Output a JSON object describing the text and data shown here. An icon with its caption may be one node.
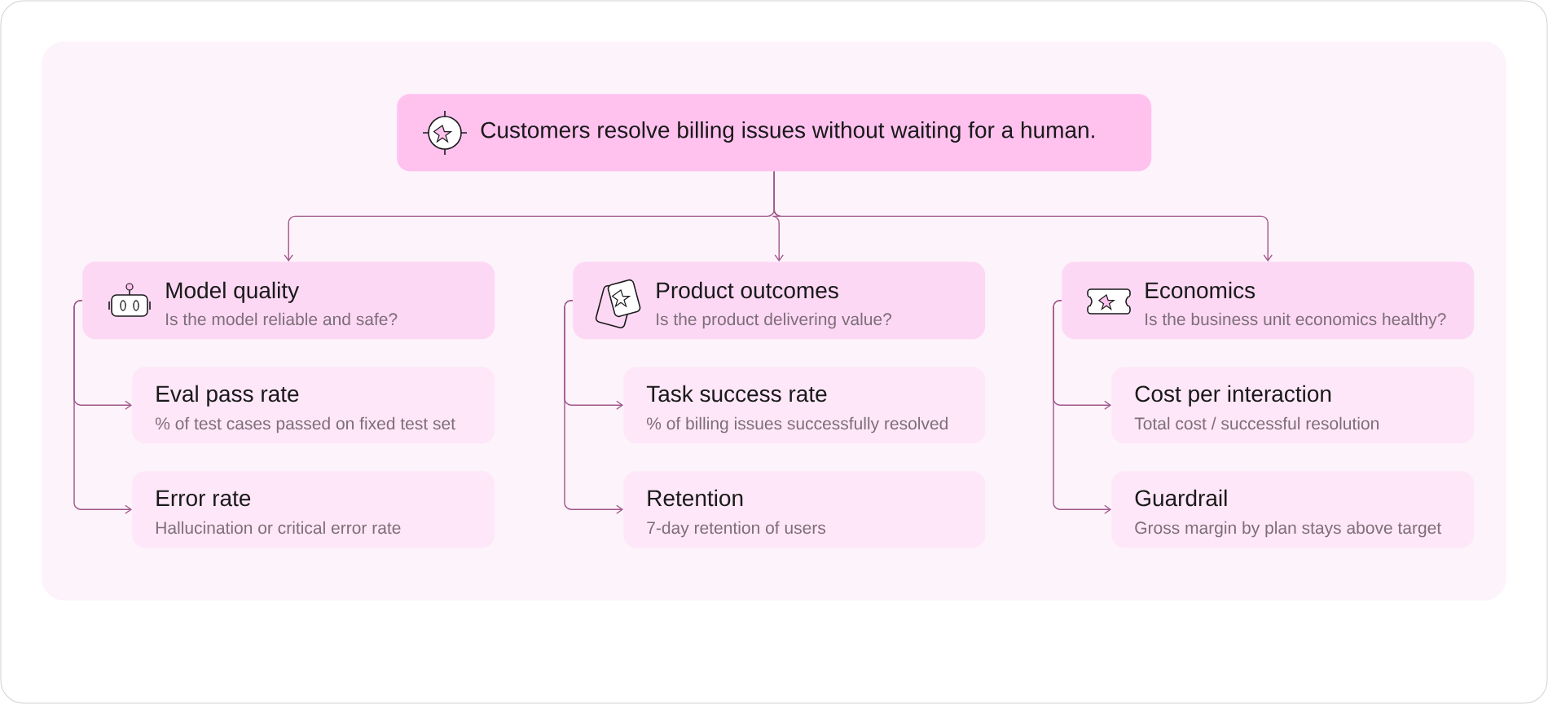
{
  "diagram": {
    "nodes": [
      {
        "text": [
          "Customers resolve billing issues without waiting for a human."
        ]
      },
      {
        "text": [
          "Model quality",
          "Is the model reliable and safe?"
        ]
      },
      {
        "text": [
          "Eval pass rate",
          "% of test cases passed on fixed test set"
        ]
      },
      {
        "text": [
          "Error rate",
          "Hallucination or critical error rate"
        ]
      },
      {
        "text": [
          "Product outcomes",
          "Is the product delivering value?"
        ]
      },
      {
        "text": [
          "Task success rate",
          "% of billing issues successfully resolved"
        ]
      },
      {
        "text": [
          "Retention",
          "7-day retention of users"
        ]
      },
      {
        "text": [
          "Economics",
          "Is the business unit economics healthy?"
        ]
      },
      {
        "text": [
          "Cost per interaction",
          "Total cost / successful resolution"
        ]
      },
      {
        "text": [
          "Guardrail",
          "Gross margin by plan stays above target"
        ]
      }
    ],
    "edges": [
      {
        "from": 0,
        "to": 1,
        "arrow": "to"
      },
      {
        "from": 0,
        "to": 4,
        "arrow": "to"
      },
      {
        "from": 0,
        "to": 7,
        "arrow": "to"
      },
      {
        "from": 1,
        "to": 2,
        "arrow": "to"
      },
      {
        "from": 1,
        "to": 3,
        "arrow": "to"
      },
      {
        "from": 4,
        "to": 5,
        "arrow": "to"
      },
      {
        "from": 4,
        "to": 6,
        "arrow": "to"
      },
      {
        "from": 7,
        "to": 8,
        "arrow": "to"
      },
      {
        "from": 7,
        "to": 9,
        "arrow": "to"
      }
    ]
  }
}
